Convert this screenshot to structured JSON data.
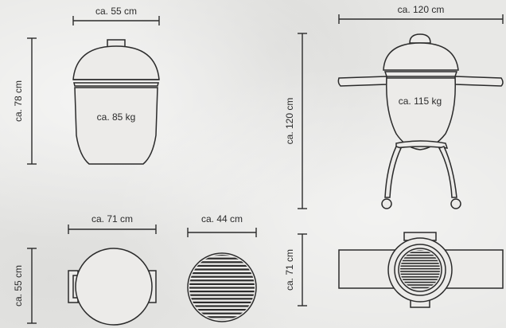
{
  "colors": {
    "line": "#2b2b2b",
    "background": "#e8e8e6"
  },
  "small_grill": {
    "width_label": "ca. 55 cm",
    "height_label": "ca. 78 cm",
    "weight_label": "ca. 85 kg"
  },
  "large_grill": {
    "width_label": "ca. 120 cm",
    "height_label": "ca. 120 cm",
    "weight_label": "ca. 115 kg"
  },
  "small_top_view": {
    "width_label": "ca. 71 cm",
    "depth_label": "ca. 55 cm"
  },
  "grate_view": {
    "diameter_label": "ca. 44 cm"
  },
  "large_top_view": {
    "depth_label": "ca. 71 cm"
  }
}
